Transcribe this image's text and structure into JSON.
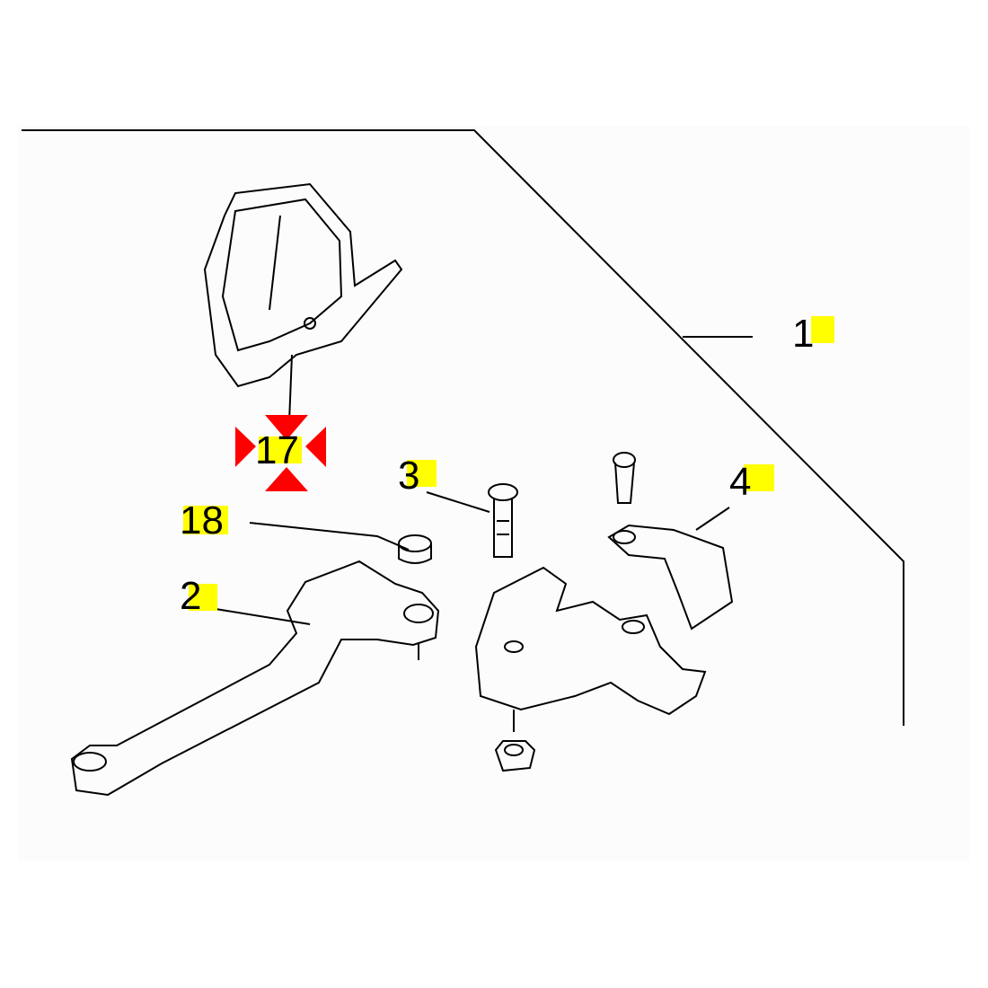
{
  "diagram": {
    "callouts": [
      {
        "id": "1",
        "label": "1",
        "highlighted": true
      },
      {
        "id": "2",
        "label": "2",
        "highlighted": true
      },
      {
        "id": "3",
        "label": "3",
        "highlighted": true
      },
      {
        "id": "4",
        "label": "4",
        "highlighted": true
      },
      {
        "id": "17",
        "label": "17",
        "highlighted": true,
        "selected": true
      },
      {
        "id": "18",
        "label": "18",
        "highlighted": true
      }
    ],
    "colors": {
      "highlight": "#ffff00",
      "selection_marker": "#ff0000",
      "line": "#000000"
    }
  }
}
